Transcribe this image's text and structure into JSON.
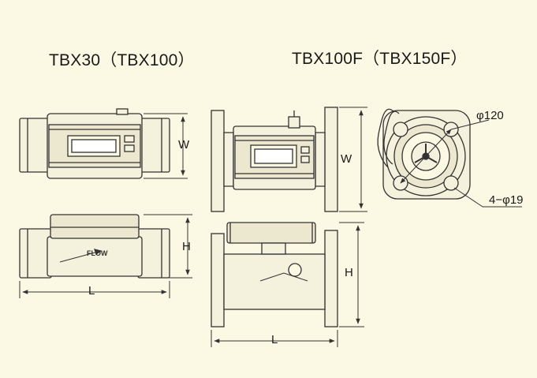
{
  "colors": {
    "background": "#fbf8e3",
    "line": "#333333",
    "body_fill": "#f4f1dc",
    "shade": "#d9d5bd"
  },
  "left_model": {
    "title": "TBX30（TBX100）",
    "width_label": "W",
    "height_label": "H",
    "length_label": "L",
    "brand_mark": "FLOW"
  },
  "right_model": {
    "title": "TBX100F（TBX150F）",
    "width_label": "W",
    "height_label": "H",
    "length_label": "L",
    "pitch_circle_label": "φ120",
    "bolt_hole_label": "4−φ19"
  }
}
